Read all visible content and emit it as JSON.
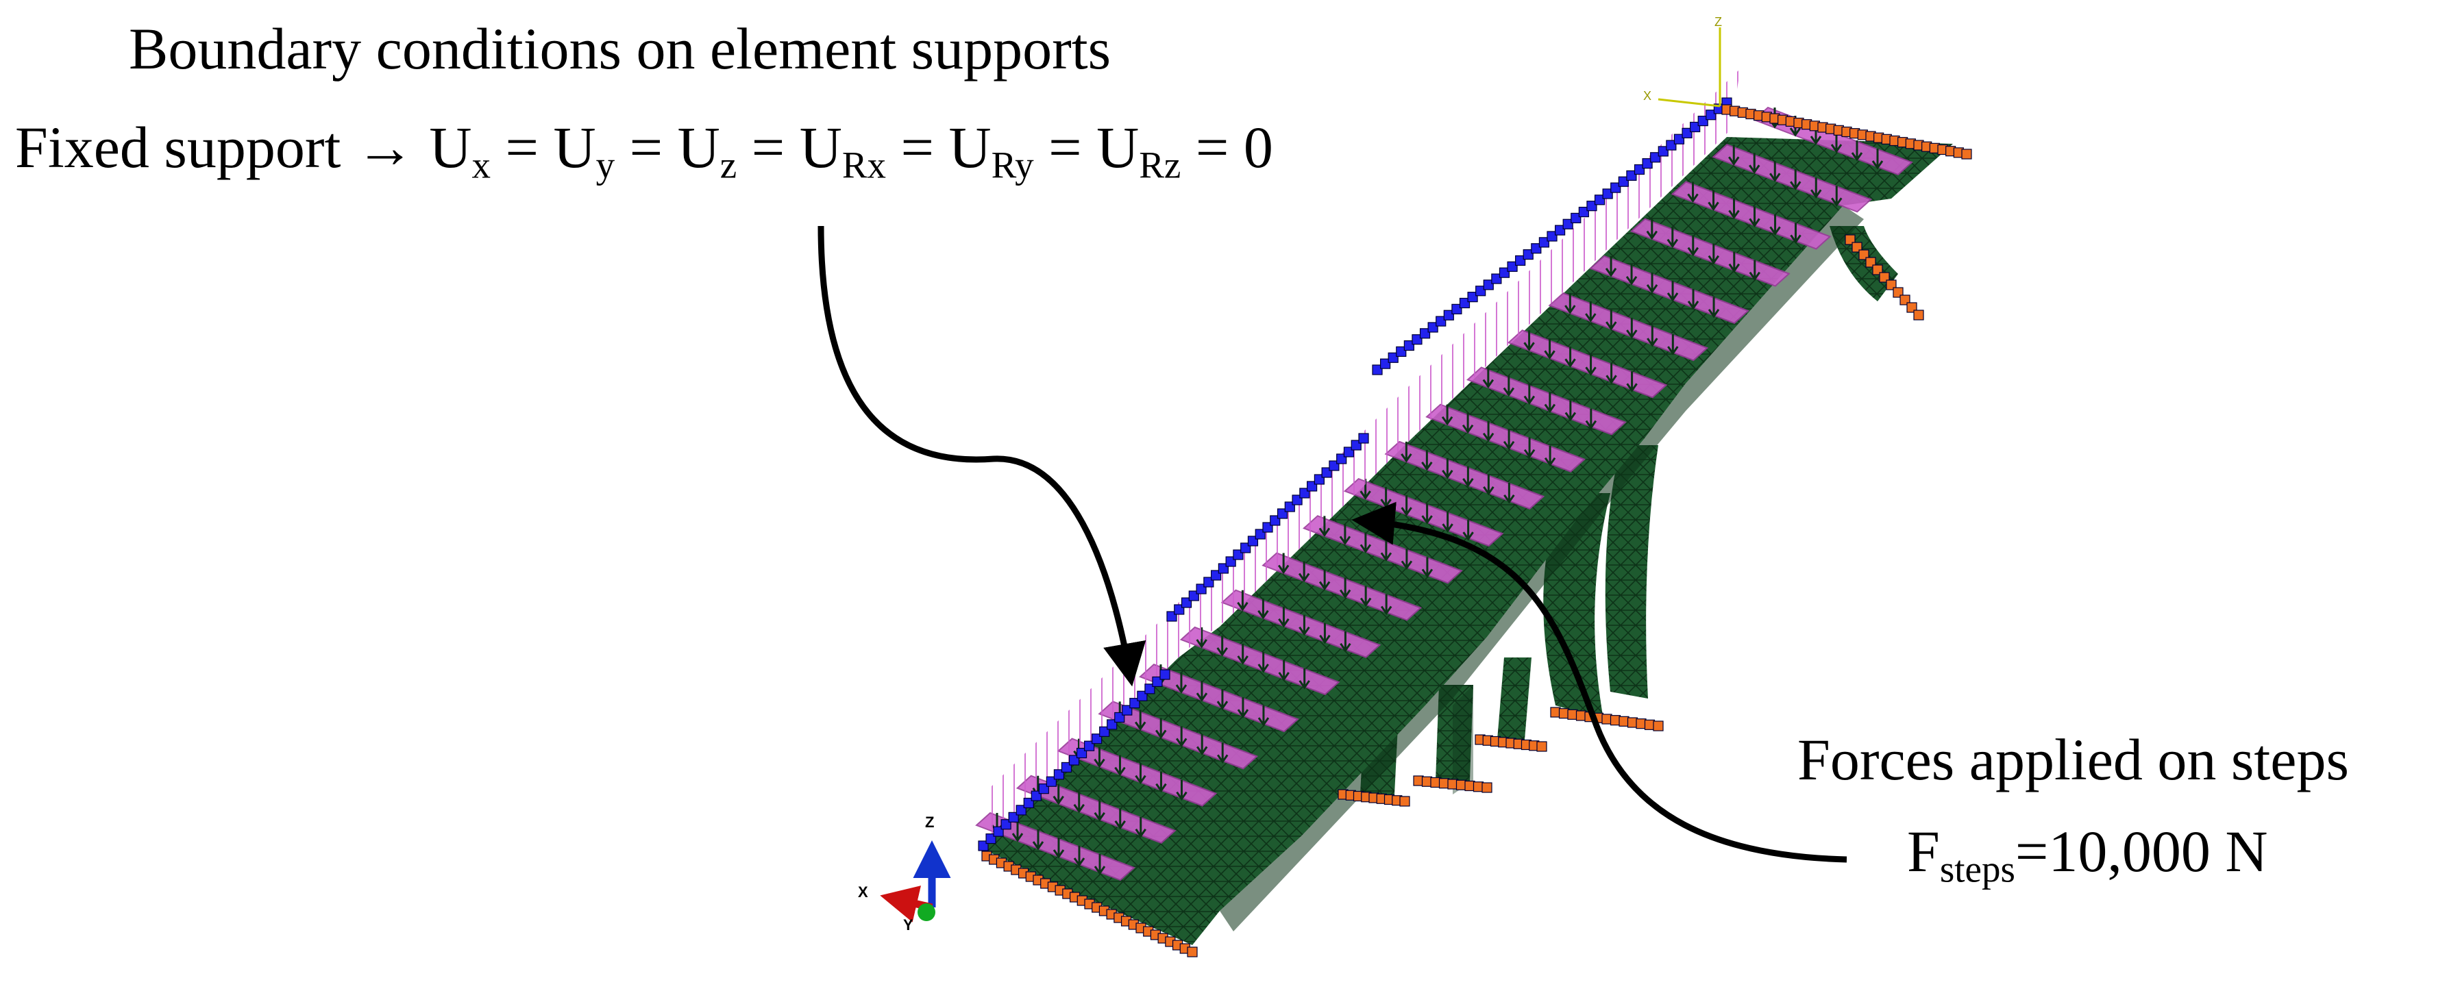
{
  "annotations": {
    "boundary": {
      "title": "Boundary conditions on element supports",
      "formula": {
        "prefix": "Fixed support → ",
        "terms": [
          {
            "base": "U",
            "sub": "x"
          },
          {
            "base": "U",
            "sub": "y"
          },
          {
            "base": "U",
            "sub": "z"
          },
          {
            "base": "U",
            "sub": "Rx"
          },
          {
            "base": "U",
            "sub": "Ry"
          },
          {
            "base": "U",
            "sub": "Rz"
          }
        ],
        "separator": " = ",
        "result": "0"
      }
    },
    "forces": {
      "title": "Forces applied on steps",
      "formula": {
        "base": "F",
        "sub": "steps",
        "value": "=10,000 N"
      }
    }
  },
  "triad_bottom": {
    "x": "X",
    "y": "Y",
    "z": "Z"
  },
  "triad_top": {
    "x": "X",
    "z": "Z"
  },
  "colors": {
    "mesh_green": "#1e5a2f",
    "mesh_dark": "#0d3318",
    "load_magenta": "#cc5fcc",
    "support_blue": "#2222ee",
    "support_orange": "#f07020",
    "arrow": "#000000",
    "axis_x": "#cc1111",
    "axis_y": "#11aa22",
    "axis_z": "#1133cc"
  },
  "icons": [
    "fixed-support-icon",
    "force-arrow-icon",
    "coordinate-triad-icon"
  ]
}
